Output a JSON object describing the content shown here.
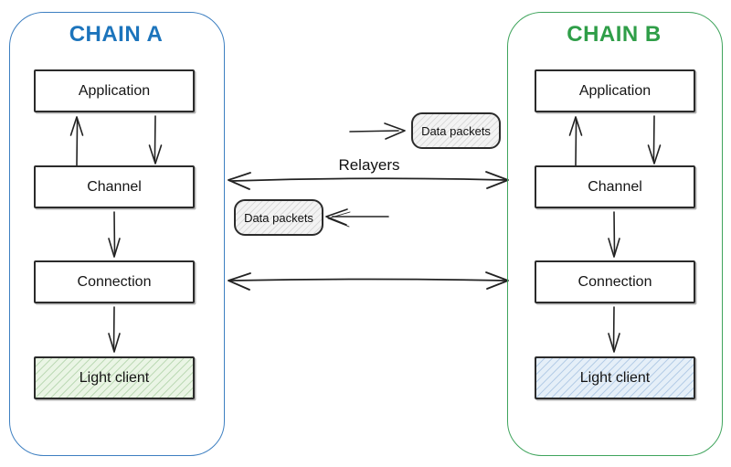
{
  "chain_a": {
    "title": "CHAIN A",
    "accent_color": "#1c74bc",
    "border_color": "#3d7fc1",
    "boxes": [
      {
        "label": "Application"
      },
      {
        "label": "Channel"
      },
      {
        "label": "Connection"
      },
      {
        "label": "Light client",
        "fill_color": "#eaf5e5",
        "hatch_color": "#6aa860"
      }
    ]
  },
  "chain_b": {
    "title": "CHAIN B",
    "accent_color": "#2f9e48",
    "border_color": "#3fa45c",
    "boxes": [
      {
        "label": "Application"
      },
      {
        "label": "Channel"
      },
      {
        "label": "Connection"
      },
      {
        "label": "Light client",
        "fill_color": "#e5eff8",
        "hatch_color": "#6e9bcd"
      }
    ]
  },
  "center": {
    "relayers_label": "Relayers",
    "data_packets_top_label": "Data packets",
    "data_packets_bottom_label": "Data packets",
    "packet_fill_color": "#f3f3f3"
  }
}
